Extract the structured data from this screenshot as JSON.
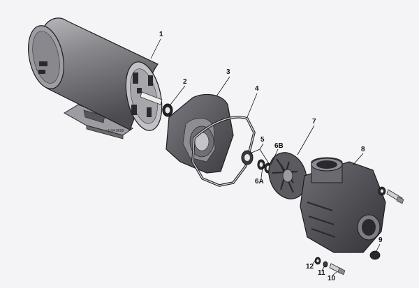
{
  "diagram": {
    "motor_part_code": "1164 0695",
    "callouts": [
      "1",
      "2",
      "3",
      "4",
      "5",
      "6B",
      "6A",
      "7",
      "8",
      "9",
      "12",
      "11",
      "10"
    ]
  }
}
